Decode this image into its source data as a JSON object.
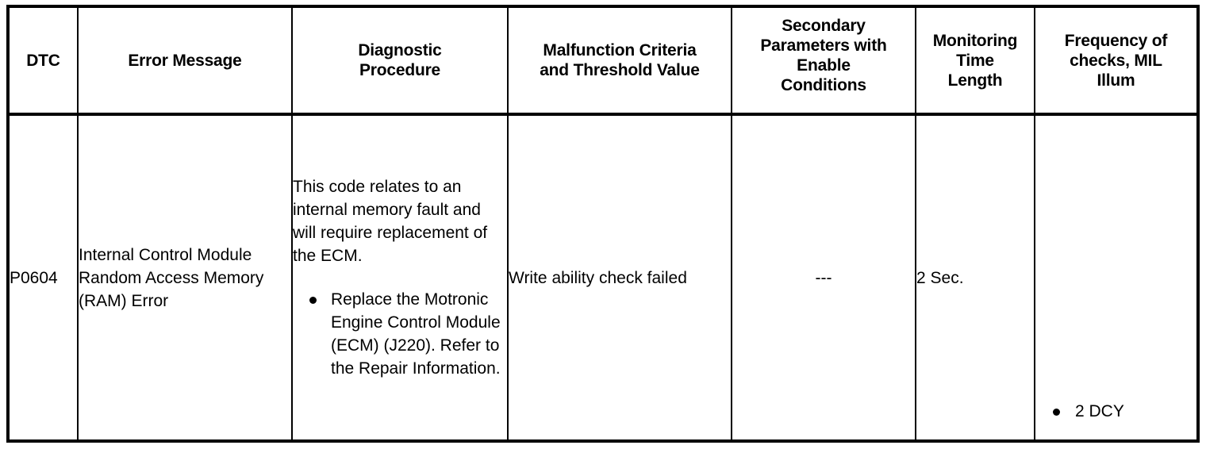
{
  "table": {
    "columns": [
      {
        "key": "dtc",
        "label": "DTC"
      },
      {
        "key": "error_message",
        "label": "Error Message"
      },
      {
        "key": "diagnostic_procedure",
        "label": "Diagnostic\nProcedure"
      },
      {
        "key": "malfunction_criteria",
        "label": "Malfunction Criteria\nand Threshold Value"
      },
      {
        "key": "secondary_parameters",
        "label": "Secondary\nParameters with\nEnable\nConditions"
      },
      {
        "key": "monitoring_time_length",
        "label": "Monitoring\nTime\nLength"
      },
      {
        "key": "frequency_of_checks",
        "label": "Frequency of\nchecks, MIL\nIllum"
      }
    ],
    "headers": {
      "dtc": "DTC",
      "error_message": "Error Message",
      "diagnostic_procedure_line1": "Diagnostic",
      "diagnostic_procedure_line2": "Procedure",
      "malfunction_line1": "Malfunction Criteria",
      "malfunction_line2": "and Threshold Value",
      "secondary_line1": "Secondary",
      "secondary_line2": "Parameters with",
      "secondary_line3": "Enable",
      "secondary_line4": "Conditions",
      "monitoring_line1": "Monitoring",
      "monitoring_line2": "Time",
      "monitoring_line3": "Length",
      "frequency_line1": "Frequency of",
      "frequency_line2": "checks, MIL",
      "frequency_line3": "Illum"
    },
    "rows": [
      {
        "dtc": "P0604",
        "error_message": "Internal Control Module Random Access Memory (RAM) Error",
        "diagnostic_procedure": {
          "intro": "This code relates to an internal memory fault and will require replacement of the ECM.",
          "bullets": [
            "Replace the Motronic Engine Control Module (ECM) (J220). Refer to the Repair Information."
          ]
        },
        "malfunction_criteria": "Write ability check failed",
        "secondary_parameters": "---",
        "monitoring_time_length": "2 Sec.",
        "frequency_of_checks": {
          "bullets": [
            "2 DCY"
          ]
        }
      }
    ]
  },
  "colors": {
    "border": "#000000",
    "text": "#000000",
    "background": "#ffffff"
  }
}
